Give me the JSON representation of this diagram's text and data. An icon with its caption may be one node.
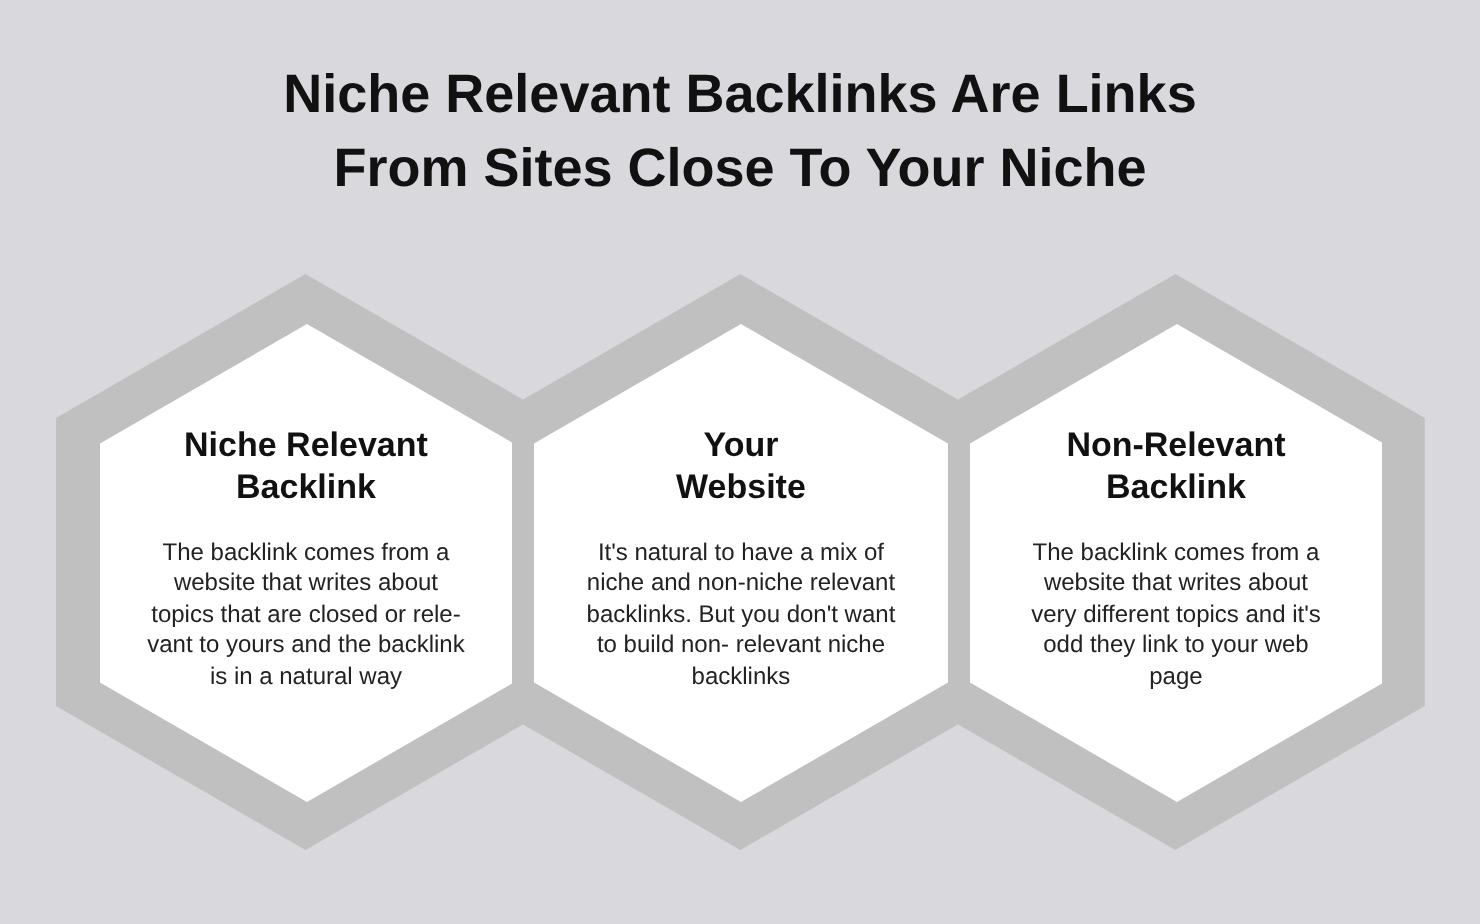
{
  "diagram": {
    "title": "Niche Relevant Backlinks Are Links From Sites Close To Your Niche",
    "nodes": [
      {
        "text": [
          "Niche Relevant Backlink",
          "The backlink comes from a website that writes about topics that are closed or rele-vant to yours and the backlink is in a natural way"
        ]
      },
      {
        "text": [
          "Your Website",
          "It's natural to have a mix of niche and non-niche relevant backlinks. But you don't want to build non- relevant niche backlinks"
        ]
      },
      {
        "text": [
          "Non-Relevant Backlink",
          "The backlink comes from a website that writes about very different topics and it's odd they link to your web page"
        ]
      }
    ]
  }
}
